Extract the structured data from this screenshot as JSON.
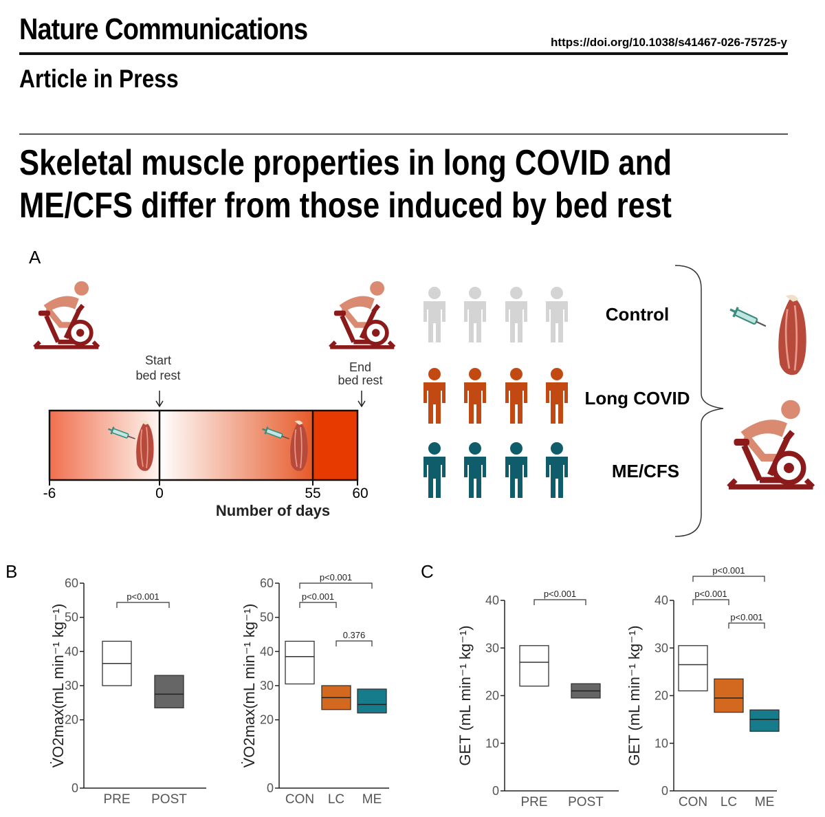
{
  "header": {
    "journal": "Nature Communications",
    "doi": "https://doi.org/10.1038/s41467-026-75725-y",
    "status": "Article in Press"
  },
  "article": {
    "title_line1": "Skeletal muscle properties in long COVID and",
    "title_line2": "ME/CFS differ from those induced by bed rest"
  },
  "panel_a": {
    "label": "A",
    "start_line1": "Start",
    "start_line2": "bed rest",
    "end_line1": "End",
    "end_line2": "bed rest",
    "ticks": [
      "-6",
      "0",
      "55",
      "60"
    ],
    "xlabel": "Number of days",
    "groups": [
      "Control",
      "Long COVID",
      "ME/CFS"
    ],
    "colors": {
      "control": "#d4d4d4",
      "long_covid": "#c24a12",
      "mecfs": "#0f5c6b",
      "bedrest": "#e63a00",
      "bike": "#8b1a1a",
      "skin": "#d98a70"
    }
  },
  "panel_b": {
    "label": "B"
  },
  "panel_c": {
    "label": "C"
  },
  "chart_data": [
    {
      "type": "box",
      "ylabel": "V̇O2max(mL min⁻¹ kg⁻¹)",
      "ylim": [
        0,
        60
      ],
      "yticks": [
        "0",
        "20",
        "30",
        "40",
        "50",
        "60"
      ],
      "categories": [
        "PRE",
        "POST"
      ],
      "boxes": [
        {
          "q1": 30,
          "median": 36.5,
          "q3": 43,
          "fill": "#ffffff"
        },
        {
          "q1": 23.5,
          "median": 27.5,
          "q3": 33,
          "fill": "#666666"
        }
      ],
      "comparisons": [
        {
          "label": "p<0.001",
          "from": 0,
          "to": 1,
          "level": 0
        }
      ]
    },
    {
      "type": "box",
      "ylabel": "V̇O2max(mL min⁻¹ kg⁻¹)",
      "ylim": [
        0,
        60
      ],
      "yticks": [
        "0",
        "20",
        "30",
        "40",
        "50",
        "60"
      ],
      "categories": [
        "CON",
        "LC",
        "ME"
      ],
      "boxes": [
        {
          "q1": 30.5,
          "median": 38.5,
          "q3": 43,
          "fill": "#ffffff"
        },
        {
          "q1": 23,
          "median": 26.5,
          "q3": 30,
          "fill": "#d2691e"
        },
        {
          "q1": 22,
          "median": 24.5,
          "q3": 29,
          "fill": "#167b8a"
        }
      ],
      "comparisons": [
        {
          "label": "p<0.001",
          "from": 0,
          "to": 2,
          "level": 2
        },
        {
          "label": "p<0.001",
          "from": 0,
          "to": 1,
          "level": 1
        },
        {
          "label": "0.376",
          "from": 1,
          "to": 2,
          "level": 0
        }
      ]
    },
    {
      "type": "box",
      "ylabel": "GET (mL min⁻¹ kg⁻¹)",
      "ylim": [
        0,
        40
      ],
      "yticks": [
        "0",
        "10",
        "20",
        "30",
        "40"
      ],
      "categories": [
        "PRE",
        "POST"
      ],
      "boxes": [
        {
          "q1": 22,
          "median": 27,
          "q3": 30.5,
          "fill": "#ffffff"
        },
        {
          "q1": 19.5,
          "median": 21,
          "q3": 22.5,
          "fill": "#666666"
        }
      ],
      "comparisons": [
        {
          "label": "p<0.001",
          "from": 0,
          "to": 1,
          "level": 0
        }
      ]
    },
    {
      "type": "box",
      "ylabel": "GET (mL min⁻¹ kg⁻¹)",
      "ylim": [
        0,
        40
      ],
      "yticks": [
        "0",
        "10",
        "20",
        "30",
        "40"
      ],
      "categories": [
        "CON",
        "LC",
        "ME"
      ],
      "boxes": [
        {
          "q1": 21,
          "median": 26.5,
          "q3": 30.5,
          "fill": "#ffffff"
        },
        {
          "q1": 16.5,
          "median": 19.5,
          "q3": 23.5,
          "fill": "#d2691e"
        },
        {
          "q1": 12.5,
          "median": 15,
          "q3": 17,
          "fill": "#167b8a"
        }
      ],
      "comparisons": [
        {
          "label": "p<0.001",
          "from": 0,
          "to": 2,
          "level": 2
        },
        {
          "label": "p<0.001",
          "from": 0,
          "to": 1,
          "level": 1
        },
        {
          "label": "p<0.001",
          "from": 1,
          "to": 2,
          "level": 0
        }
      ]
    }
  ]
}
